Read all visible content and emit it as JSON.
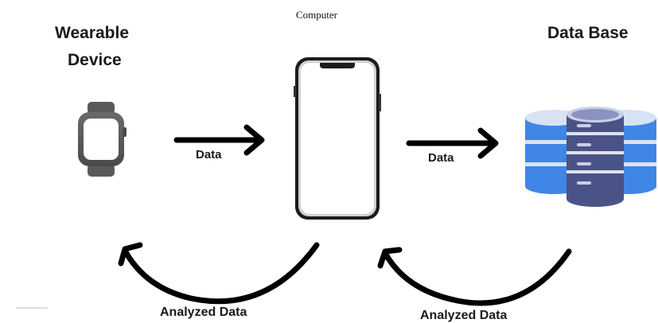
{
  "top_title": "Computer",
  "nodes": {
    "wearable": {
      "label_line1": "Wearable",
      "label_line2": "Device",
      "icon": "smartwatch-icon"
    },
    "computer": {
      "icon": "smartphone-icon"
    },
    "database": {
      "label": "Data Base",
      "icon": "database-icon"
    }
  },
  "edges": {
    "wearable_to_computer": "Data",
    "computer_to_database": "Data",
    "computer_to_wearable": "Analyzed Data",
    "database_to_computer": "Analyzed Data"
  },
  "colors": {
    "arrow": "#000000",
    "watch_body": "#5f5f5f",
    "db_blue": "#3f86e6",
    "db_light": "#d7e3f4",
    "db_navy": "#4a5385"
  }
}
